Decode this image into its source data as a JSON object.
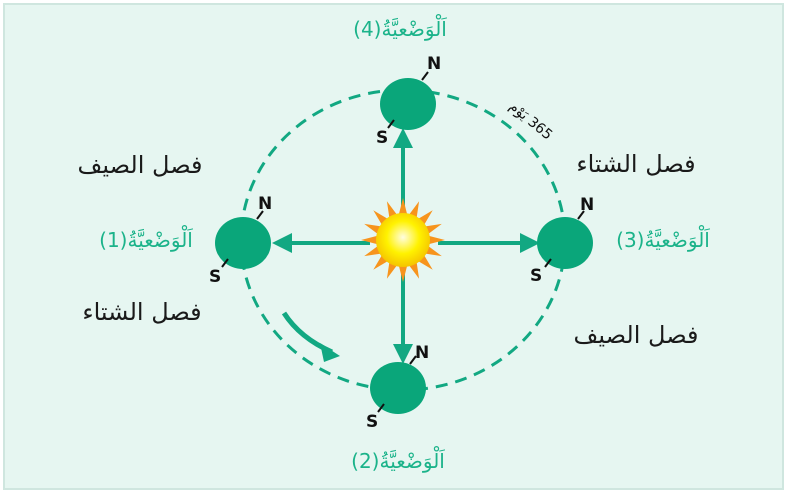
{
  "colors": {
    "background": "#e6f6f1",
    "frame": "#cfe6df",
    "earth": "#0aa67a",
    "orbit": "#12a882",
    "arrow": "#12a882",
    "position_label": "#1bb38a",
    "season_text": "#1a1a1a",
    "pole_text": "#111111",
    "sun_core": "#fff200",
    "sun_ray": "#f7941d"
  },
  "positions": [
    {
      "label": "اَلْوَضْعيَّةُ(1)"
    },
    {
      "label": "اَلْوَضْعيَّةُ(2)"
    },
    {
      "label": "اَلْوَضْعيَّةُ(3)"
    },
    {
      "label": "اَلْوَضْعيَّةُ(4)"
    }
  ],
  "seasons": {
    "top_left": "فصل الصيف",
    "bottom_left": "فصل الشتاء",
    "top_right": "فصل الشتاء",
    "bottom_right": "فصل الصيف"
  },
  "poles": {
    "north": "N",
    "south": "S"
  },
  "orbit_label": "365 يَوْم",
  "icons": {
    "sun": "sun-icon",
    "earth": "earth-icon",
    "direction": "orbit-direction-arrow"
  }
}
